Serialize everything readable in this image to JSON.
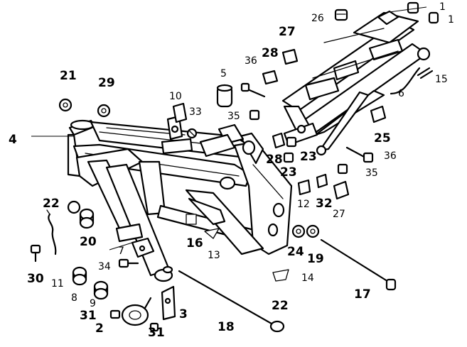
{
  "diagram": {
    "labels": [
      "1",
      "1",
      "2",
      "3",
      "4",
      "5",
      "6",
      "7",
      "8",
      "9",
      "10",
      "11",
      "12",
      "13",
      "14",
      "15",
      "16",
      "17",
      "18",
      "19",
      "20",
      "21",
      "22",
      "22",
      "23",
      "23",
      "24",
      "25",
      "26",
      "27",
      "27",
      "28",
      "28",
      "29",
      "30",
      "31",
      "31",
      "32",
      "33",
      "34",
      "35",
      "35",
      "36",
      "36"
    ]
  }
}
